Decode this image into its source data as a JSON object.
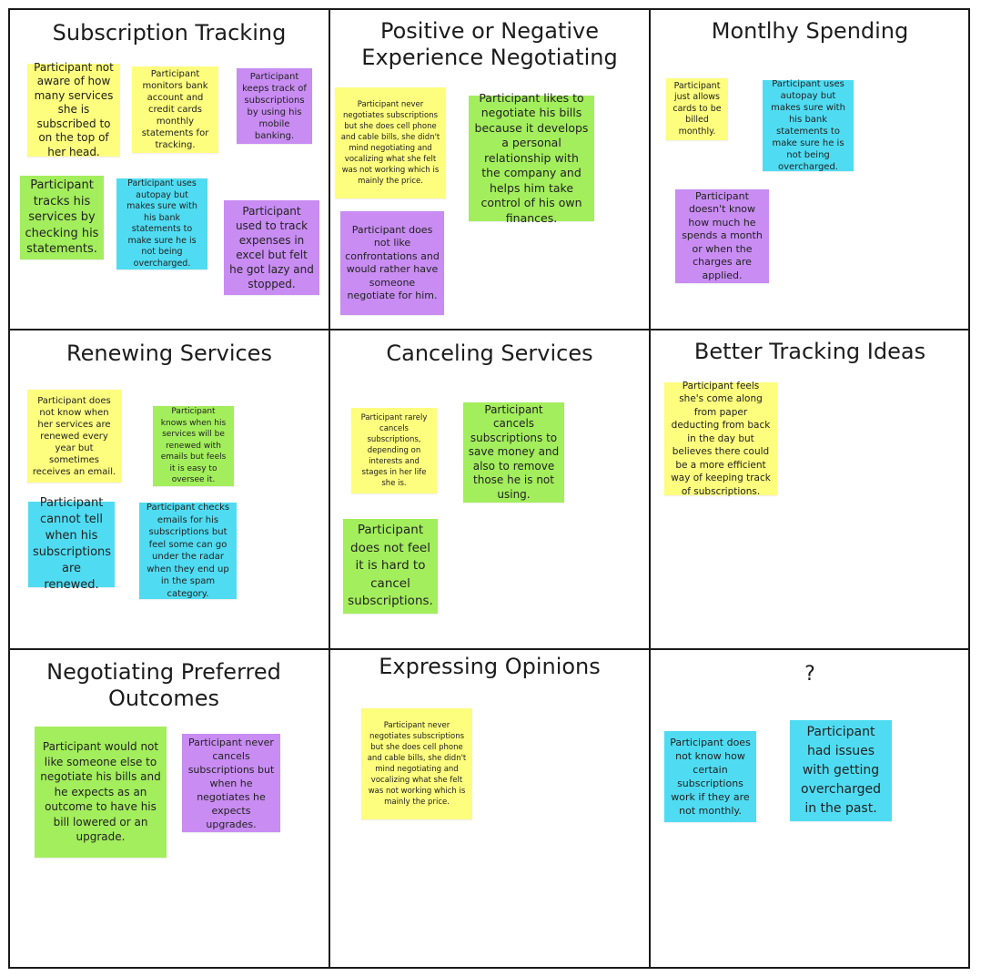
{
  "colors": {
    "yellow": "#fdfd7e",
    "green": "#a3ee5c",
    "cyan": "#4fdcf2",
    "purple": "#c88cf2",
    "border": "#1a1a1a"
  },
  "cells": [
    {
      "title": "Subscription Tracking",
      "notes": [
        {
          "text": "Participant not aware of how many services she is subscribed to on the top of her head.",
          "color": "yellow"
        },
        {
          "text": "Participant monitors bank account and credit cards monthly statements for tracking.",
          "color": "yellow"
        },
        {
          "text": "Participant keeps track of subscriptions by using his mobile banking.",
          "color": "purple"
        },
        {
          "text": "Participant tracks his services by checking his statements.",
          "color": "green"
        },
        {
          "text": "Participant uses autopay but makes sure with his bank statements to make sure he is not being overcharged.",
          "color": "cyan"
        },
        {
          "text": "Participant used to track expenses in excel but felt he got lazy and stopped.",
          "color": "purple"
        }
      ]
    },
    {
      "title": "Positive or Negative Experience Negotiating",
      "notes": [
        {
          "text": "Participant never negotiates subscriptions but she does cell phone and cable bills, she didn't mind negotiating and vocalizing what she felt was not working which is mainly the price.",
          "color": "yellow"
        },
        {
          "text": "Participant likes to negotiate his bills because it develops a personal relationship with the company and helps him take control of his own finances.",
          "color": "green"
        },
        {
          "text": "Participant does not like confrontations and would rather have someone negotiate for him.",
          "color": "purple"
        }
      ]
    },
    {
      "title": "Montlhy Spending",
      "notes": [
        {
          "text": "Participant just allows cards to be billed monthly.",
          "color": "yellow"
        },
        {
          "text": "Participant uses autopay but makes sure with his bank statements to make sure he is not being overcharged.",
          "color": "cyan"
        },
        {
          "text": "Participant doesn't know how much he spends a month or when the charges are applied.",
          "color": "purple"
        }
      ]
    },
    {
      "title": "Renewing Services",
      "notes": [
        {
          "text": "Participant does not know when her services are renewed every year but sometimes receives an email.",
          "color": "yellow"
        },
        {
          "text": "Participant knows when his services will be renewed with emails but feels it is easy to oversee it.",
          "color": "green"
        },
        {
          "text": "Participant cannot tell when his subscriptions are renewed.",
          "color": "cyan"
        },
        {
          "text": "Participant checks emails for his subscriptions but feel some can go under the radar when they end up in the spam category.",
          "color": "cyan"
        }
      ]
    },
    {
      "title": "Canceling Services",
      "notes": [
        {
          "text": "Participant rarely cancels subscriptions, depending on interests and stages in her life she is.",
          "color": "yellow"
        },
        {
          "text": "Participant cancels subscriptions to save money and also to remove those he is not using.",
          "color": "green"
        },
        {
          "text": "Participant does not feel it is hard to cancel subscriptions.",
          "color": "green"
        }
      ]
    },
    {
      "title": "Better Tracking Ideas",
      "notes": [
        {
          "text": "Participant feels she's come along from paper deducting from back in the day but believes there could be a more efficient way of keeping track of subscriptions.",
          "color": "yellow"
        }
      ]
    },
    {
      "title": "Negotiating Preferred Outcomes",
      "notes": [
        {
          "text": "Participant would not like someone else to negotiate his bills and he expects as an outcome to have his bill lowered or an upgrade.",
          "color": "green"
        },
        {
          "text": "Participant never cancels subscriptions but when he negotiates he expects upgrades.",
          "color": "purple"
        }
      ]
    },
    {
      "title": "Expressing Opinions",
      "notes": [
        {
          "text": "Participant never negotiates subscriptions but she does cell phone and cable bills, she didn't mind negotiating and vocalizing what she felt was not working which is mainly the price.",
          "color": "yellow"
        }
      ]
    },
    {
      "title": "?",
      "notes": [
        {
          "text": "Participant does not know how certain subscriptions work if they are not monthly.",
          "color": "cyan"
        },
        {
          "text": "Participant had issues with getting overcharged in the past.",
          "color": "cyan"
        }
      ]
    }
  ]
}
